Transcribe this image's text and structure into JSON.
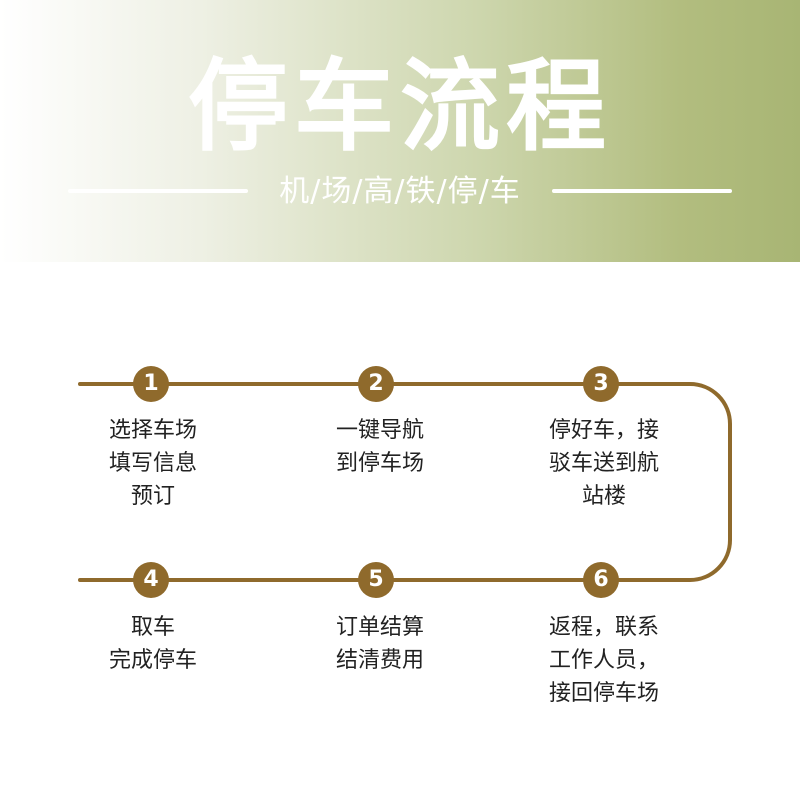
{
  "header": {
    "title": "停车流程",
    "subtitle": "机/场/高/铁/停/车"
  },
  "colors": {
    "accent": "#8f6a2c",
    "header_gradient_start": "#ffffff",
    "header_gradient_end": "#a8b574",
    "text": "#222222"
  },
  "steps": [
    {
      "number": "1",
      "lines": [
        "选择车场",
        "填写信息",
        "预订"
      ]
    },
    {
      "number": "2",
      "lines": [
        "一键导航",
        "到停车场"
      ]
    },
    {
      "number": "3",
      "lines": [
        "停好车，接",
        "驳车送到航",
        "站楼"
      ]
    },
    {
      "number": "4",
      "lines": [
        "取车",
        "完成停车"
      ]
    },
    {
      "number": "5",
      "lines": [
        "订单结算",
        "结清费用"
      ]
    },
    {
      "number": "6",
      "lines": [
        "返程，联系",
        "工作人员，",
        "接回停车场"
      ]
    }
  ]
}
